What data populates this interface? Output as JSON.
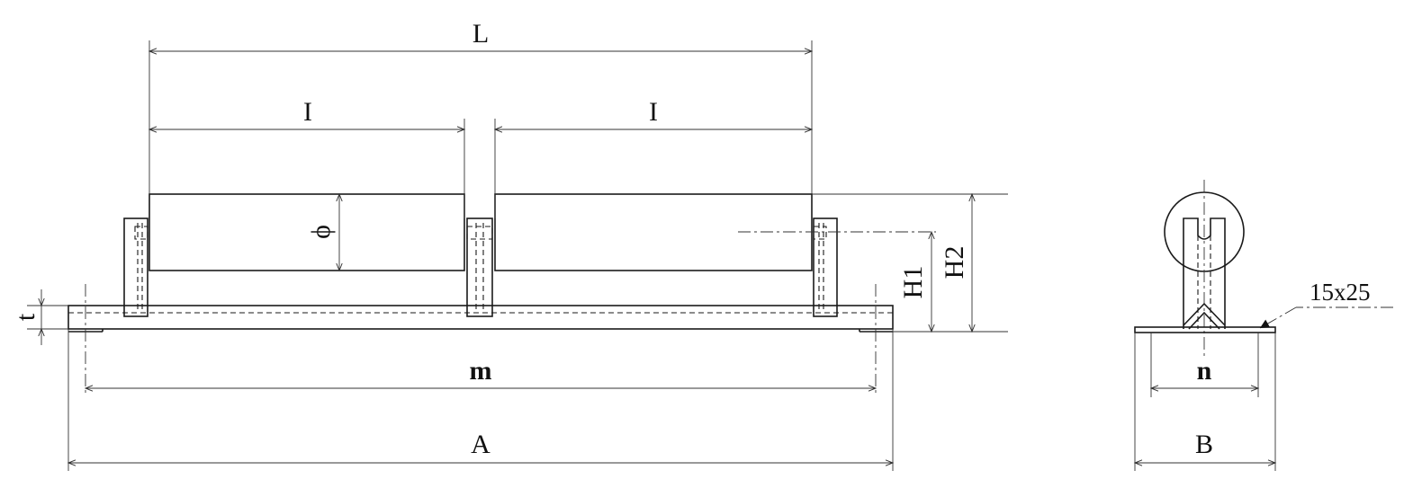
{
  "labels": {
    "L": "L",
    "I_left": "I",
    "I_right": "I",
    "phi": "ϕ",
    "H1": "H1",
    "H2": "H2",
    "t": "t",
    "m": "m",
    "A": "A",
    "n": "n",
    "B": "B",
    "slot": "15x25"
  }
}
